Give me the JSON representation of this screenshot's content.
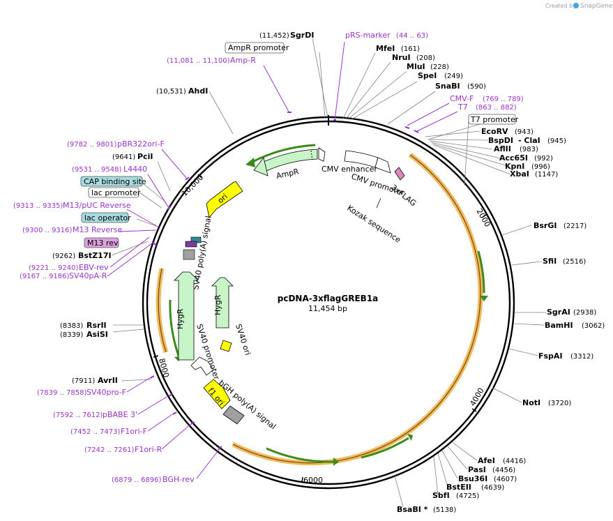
{
  "credit": {
    "prefix": "Created by",
    "brand": "SnapGene"
  },
  "plasmid": {
    "name": "pcDNA-3xflagGREB1a",
    "size_label": "11,454 bp"
  },
  "ticks": [
    "2000",
    "4000",
    "6000",
    "8000",
    "10,000"
  ],
  "enzymes": {
    "SgrDI": {
      "name": "SgrDI",
      "pos": "(11,452)"
    },
    "MfeI": {
      "name": "MfeI",
      "pos": "(161)"
    },
    "NruI": {
      "name": "NruI",
      "pos": "(208)"
    },
    "MluI": {
      "name": "MluI",
      "pos": "(228)"
    },
    "SpeI": {
      "name": "SpeI",
      "pos": "(249)"
    },
    "SnaBI": {
      "name": "SnaBI",
      "pos": "(590)"
    },
    "EcoRV": {
      "name": "EcoRV",
      "pos": "(943)"
    },
    "BspDI": {
      "name": "BspDI",
      "pos": "(945)",
      "extra": "- ClaI"
    },
    "AflII": {
      "name": "AflII",
      "pos": "(983)"
    },
    "Acc65I": {
      "name": "Acc65I",
      "pos": "(992)"
    },
    "KpnI": {
      "name": "KpnI",
      "pos": "(996)"
    },
    "XbaI": {
      "name": "XbaI",
      "pos": "(1147)"
    },
    "BsrGI": {
      "name": "BsrGI",
      "pos": "(2217)"
    },
    "SfiI": {
      "name": "SfiI",
      "pos": "(2516)"
    },
    "SgrAI": {
      "name": "SgrAI",
      "pos": "(2938)"
    },
    "BamHI": {
      "name": "BamHI",
      "pos": "(3062)"
    },
    "FspAI": {
      "name": "FspAI",
      "pos": "(3312)"
    },
    "NotI": {
      "name": "NotI",
      "pos": "(3720)"
    },
    "AfeI": {
      "name": "AfeI",
      "pos": "(4416)"
    },
    "PasI": {
      "name": "PasI",
      "pos": "(4456)"
    },
    "Bsu36I": {
      "name": "Bsu36I",
      "pos": "(4607)"
    },
    "BstEII": {
      "name": "BstEII",
      "pos": "(4639)"
    },
    "SbfI": {
      "name": "SbfI",
      "pos": "(4725)"
    },
    "BsaBI": {
      "name": "BsaBI *",
      "pos": "(5138)"
    },
    "AvrII": {
      "name": "AvrII",
      "pos": "(7911)"
    },
    "RsrII": {
      "name": "RsrII",
      "pos": "(8383)"
    },
    "AsiSI": {
      "name": "AsiSI",
      "pos": "(8339)"
    },
    "BstZ17I": {
      "name": "BstZ17I",
      "pos": "(9262)"
    },
    "PciI": {
      "name": "PciI",
      "pos": "(9641)"
    },
    "AhdI": {
      "name": "AhdI",
      "pos": "(10,531)"
    }
  },
  "primers": {
    "pRSmarker": {
      "name": "pRS-marker",
      "pos": "(44 .. 63)"
    },
    "AmpR_primer": {
      "name": "Amp-R",
      "pos": "(11,081 .. 11,100)"
    },
    "CMVF": {
      "name": "CMV-F",
      "pos": "(769 .. 789)"
    },
    "T7": {
      "name": "T7",
      "pos": "(863 .. 882)"
    },
    "pBR322": {
      "name": "pBR322ori-F",
      "pos": "(9782 .. 9801)"
    },
    "L4440": {
      "name": "L4440",
      "pos": "(9531 .. 9548)"
    },
    "M13pUC": {
      "name": "M13/pUC Reverse",
      "pos": "(9313 .. 9335)"
    },
    "M13Rev": {
      "name": "M13 Reverse",
      "pos": "(9300 .. 9316)"
    },
    "EBVrev": {
      "name": "EBV-rev",
      "pos": "(9221 .. 9240)"
    },
    "SV40pAR": {
      "name": "SV40pA-R",
      "pos": "(9167 .. 9186)"
    },
    "SV40proF": {
      "name": "SV40pro-F",
      "pos": "(7839 .. 7858)"
    },
    "pBABE3": {
      "name": "pBABE 3'",
      "pos": "(7592 .. 7612)"
    },
    "F1oriF": {
      "name": "F1ori-F",
      "pos": "(7452 .. 7473)"
    },
    "F1oriR": {
      "name": "F1ori-R",
      "pos": "(7242 .. 7261)"
    },
    "BGHrev": {
      "name": "BGH-rev",
      "pos": "(6879 .. 6896)"
    }
  },
  "boxed": {
    "ampr_promoter": "AmpR promoter",
    "t7_promoter": "T7 promoter",
    "cap_site": "CAP binding site",
    "lac_promoter": "lac promoter",
    "lac_operator": "lac operator",
    "m13_rev": "M13 rev"
  },
  "features": {
    "ampr": "AmpR",
    "ori": "ori",
    "cmv_enhancer": "CMV enhancer",
    "cmv_promoter": "CMV promoter",
    "kozak": "Kozak sequence",
    "flag": "3xFLAG",
    "sv40_polya": "SV40 poly(A) signal",
    "hygr1": "HygR",
    "hygr2": "HygR",
    "sv40_ori": "SV40 ori",
    "sv40_promoter": "SV40 promoter",
    "bgh_polya": "bGH poly(A) signal",
    "f1_ori": "f1 ori"
  },
  "colors": {
    "backbone": "#000000",
    "enzyme_line": "#808080",
    "primer": "#9a32cd",
    "orf": "#f5b95a",
    "orf_arrow": "#3a8c1a",
    "ampr_fill": "#c8f5c8",
    "ori_fill": "#ffff00",
    "promoter_fill": "#ffffff",
    "polya_fill": "#a0a0a0",
    "flag_fill": "#d88ab8",
    "boxed_blue": "#a6dbe0",
    "boxed_purple": "#dda0dd"
  }
}
